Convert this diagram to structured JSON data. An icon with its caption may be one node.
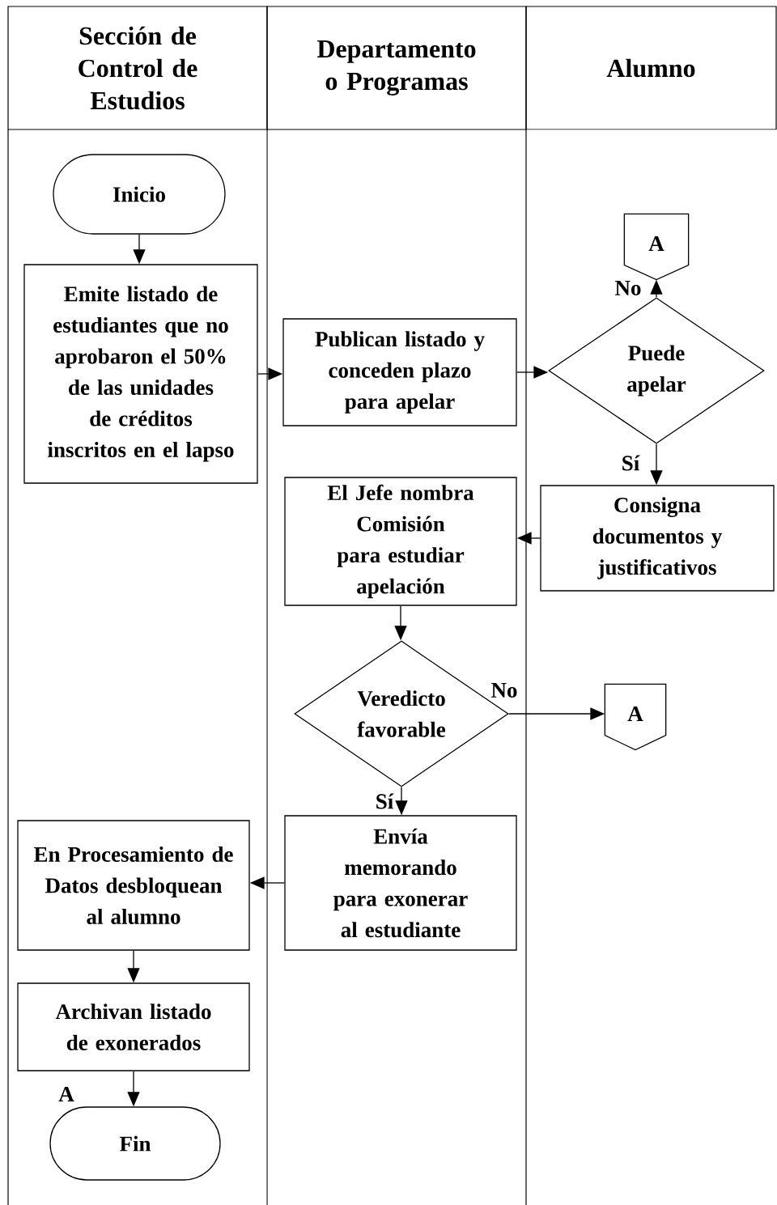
{
  "diagram": {
    "nodes": [
      {
        "text": [
          "Sección de Control de Estudios"
        ]
      },
      {
        "text": [
          "Departamento o Programas"
        ]
      },
      {
        "text": [
          "Alumno"
        ]
      },
      {
        "text": [
          "Inicio"
        ]
      },
      {
        "text": [
          "Emite listado de estudiantes que no aprobaron el 50% de las unidades de créditos inscritos en el lapso"
        ]
      },
      {
        "text": [
          "Publican listado y conceden plazo para apelar"
        ]
      },
      {
        "text": [
          "A"
        ]
      },
      {
        "text": [
          "Puede apelar"
        ]
      },
      {
        "text": [
          "Consigna documentos y justificativos"
        ]
      },
      {
        "text": [
          "El Jefe nombra Comisión para estudiar apelación"
        ]
      },
      {
        "text": [
          "Veredicto favorable"
        ]
      },
      {
        "text": [
          "A"
        ]
      },
      {
        "text": [
          "Envía memorando para exonerar al estudiante"
        ]
      },
      {
        "text": [
          "En Procesamiento de Datos desbloquean al alumno"
        ]
      },
      {
        "text": [
          "Archivan listado de exonerados"
        ]
      },
      {
        "text": [
          "Fin"
        ]
      }
    ],
    "edges": [
      {
        "from": 3,
        "to": 4,
        "arrow": "to"
      },
      {
        "from": 4,
        "to": 5,
        "arrow": "to"
      },
      {
        "from": 5,
        "to": 7,
        "arrow": "to"
      },
      {
        "from": 7,
        "to": 6,
        "arrow": "to",
        "label": "No"
      },
      {
        "from": 7,
        "to": 8,
        "arrow": "to",
        "label": "Sí"
      },
      {
        "from": 8,
        "to": 9,
        "arrow": "to"
      },
      {
        "from": 9,
        "to": 10,
        "arrow": "to"
      },
      {
        "from": 10,
        "to": 11,
        "arrow": "to",
        "label": "No"
      },
      {
        "from": 10,
        "to": 12,
        "arrow": "to",
        "label": "Sí"
      },
      {
        "from": 12,
        "to": 13,
        "arrow": "to"
      },
      {
        "from": 13,
        "to": 14,
        "arrow": "to"
      },
      {
        "from": 14,
        "to": 15,
        "arrow": "to"
      }
    ],
    "labels": [
      "A"
    ]
  }
}
